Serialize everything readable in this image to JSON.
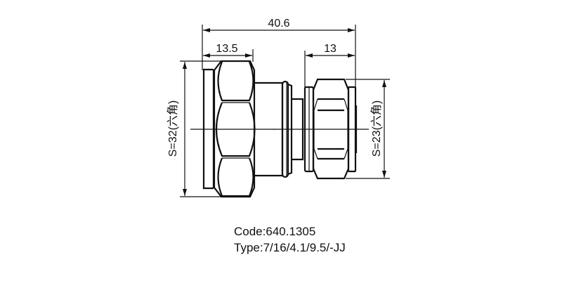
{
  "drawing": {
    "dimensions": {
      "overall_length": "40.6",
      "left_hex_width": "13.5",
      "right_hex_width": "13",
      "left_hex_size": "S=32(六角)",
      "right_hex_size": "S=23(六角)"
    }
  },
  "caption": {
    "code": "Code:640.1305",
    "type": "Type:7/16/4.1/9.5/-JJ"
  },
  "colors": {
    "line": "#111111",
    "background": "#ffffff"
  }
}
